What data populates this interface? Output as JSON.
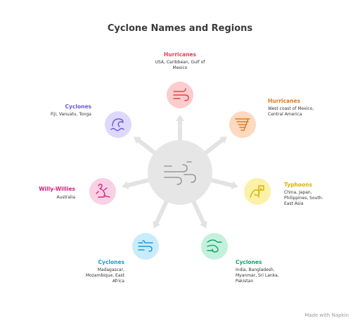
{
  "title": "Cyclone Names and Regions",
  "footer": "Made with Napkin",
  "center": {
    "icon": "wind-icon",
    "color": "#e6e6e6"
  },
  "items": [
    {
      "label": "Hurricanes",
      "desc": "USA, Caribbean, Gulf of Mexico",
      "icon": "wind-icon",
      "color": "#e0434a",
      "bg": "#fbcdcd"
    },
    {
      "label": "Hurricanes",
      "desc": "West coast of Mexico, Central America",
      "icon": "tornado-icon",
      "color": "#e07a1f",
      "bg": "#fcd9bf"
    },
    {
      "label": "Typhoons",
      "desc": "China, Japan, Philippines, South-East Asia",
      "icon": "wave-flag-icon",
      "color": "#d6b300",
      "bg": "#fbf1a8"
    },
    {
      "label": "Cyclones",
      "desc": "India, Bangladesh, Myanmar, Sri Lanka, Pakistan",
      "icon": "swirl-icon",
      "color": "#13a36c",
      "bg": "#c4f1dc"
    },
    {
      "label": "Cyclones",
      "desc": "Madagascar, Mozambique, East Africa",
      "icon": "wind-lines-icon",
      "color": "#1a9ccf",
      "bg": "#c9ecfb"
    },
    {
      "label": "Willy-Willies",
      "desc": "Australia",
      "icon": "kangaroo-icon",
      "color": "#d4237c",
      "bg": "#fad0e5"
    },
    {
      "label": "Cyclones",
      "desc": "Fiji, Vanuatu, Tonga",
      "icon": "wave-icon",
      "color": "#6a5bd6",
      "bg": "#ded9fb"
    }
  ]
}
